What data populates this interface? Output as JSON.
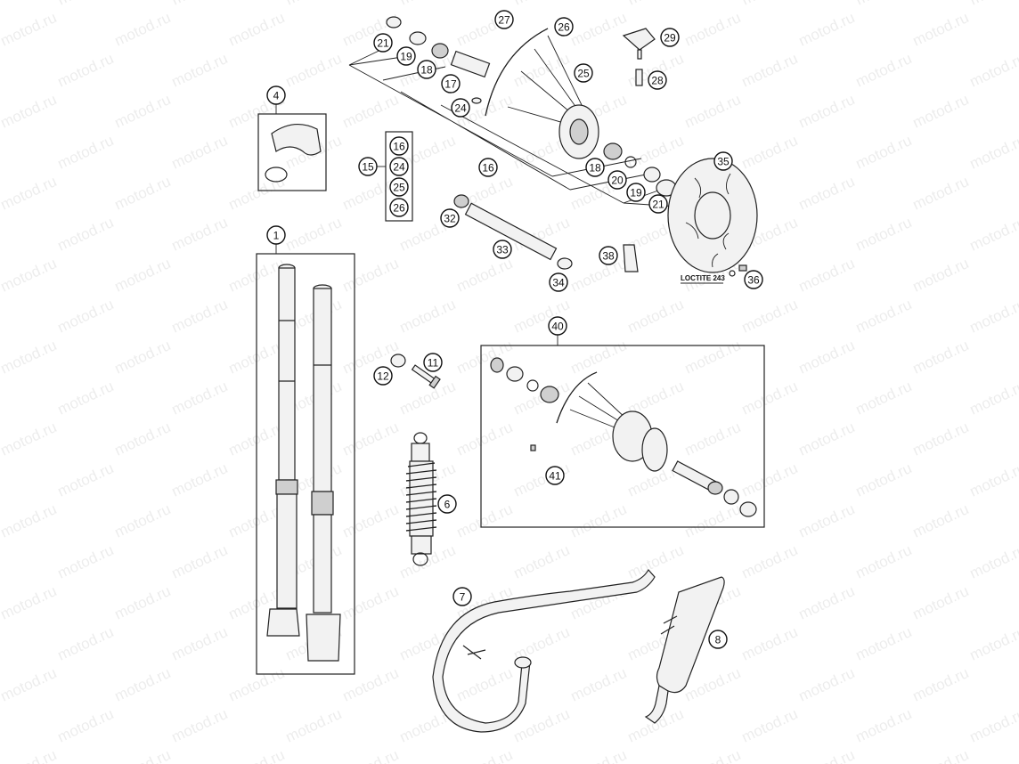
{
  "watermark": "motod.ru",
  "note_loctite": "LOCTITE 243",
  "callouts": [
    {
      "id": "c1",
      "label": "1"
    },
    {
      "id": "c4",
      "label": "4"
    },
    {
      "id": "c6",
      "label": "6"
    },
    {
      "id": "c7",
      "label": "7"
    },
    {
      "id": "c8",
      "label": "8"
    },
    {
      "id": "c11",
      "label": "11"
    },
    {
      "id": "c12",
      "label": "12"
    },
    {
      "id": "c15",
      "label": "15"
    },
    {
      "id": "c15a",
      "label": "16"
    },
    {
      "id": "c15b",
      "label": "24"
    },
    {
      "id": "c15c",
      "label": "25"
    },
    {
      "id": "c15d",
      "label": "26"
    },
    {
      "id": "c16",
      "label": "16"
    },
    {
      "id": "c17",
      "label": "17"
    },
    {
      "id": "c18a",
      "label": "18"
    },
    {
      "id": "c18b",
      "label": "18"
    },
    {
      "id": "c19a",
      "label": "19"
    },
    {
      "id": "c19b",
      "label": "19"
    },
    {
      "id": "c20",
      "label": "20"
    },
    {
      "id": "c21a",
      "label": "21"
    },
    {
      "id": "c21b",
      "label": "21"
    },
    {
      "id": "c24",
      "label": "24"
    },
    {
      "id": "c25",
      "label": "25"
    },
    {
      "id": "c26",
      "label": "26"
    },
    {
      "id": "c27",
      "label": "27"
    },
    {
      "id": "c28",
      "label": "28"
    },
    {
      "id": "c29",
      "label": "29"
    },
    {
      "id": "c32",
      "label": "32"
    },
    {
      "id": "c33",
      "label": "33"
    },
    {
      "id": "c34",
      "label": "34"
    },
    {
      "id": "c35",
      "label": "35"
    },
    {
      "id": "c36",
      "label": "36"
    },
    {
      "id": "c38",
      "label": "38"
    },
    {
      "id": "c40",
      "label": "40"
    },
    {
      "id": "c41",
      "label": "41"
    }
  ]
}
